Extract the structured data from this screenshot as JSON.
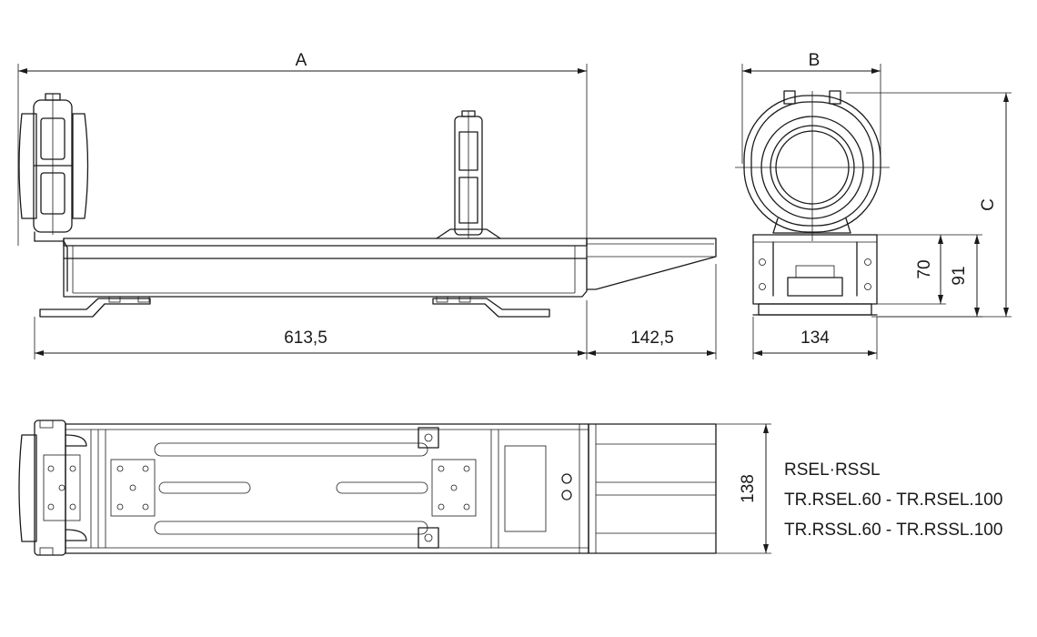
{
  "dimensions": {
    "a": "A",
    "b": "B",
    "c": "C",
    "d_613": "613,5",
    "d_142": "142,5",
    "d_134": "134",
    "d_70": "70",
    "d_91": "91",
    "d_138": "138"
  },
  "legend": {
    "line1": "RSEL·RSSL",
    "line2": "TR.RSEL.60 - TR.RSEL.100",
    "line3": "TR.RSSL.60 - TR.RSSL.100"
  }
}
